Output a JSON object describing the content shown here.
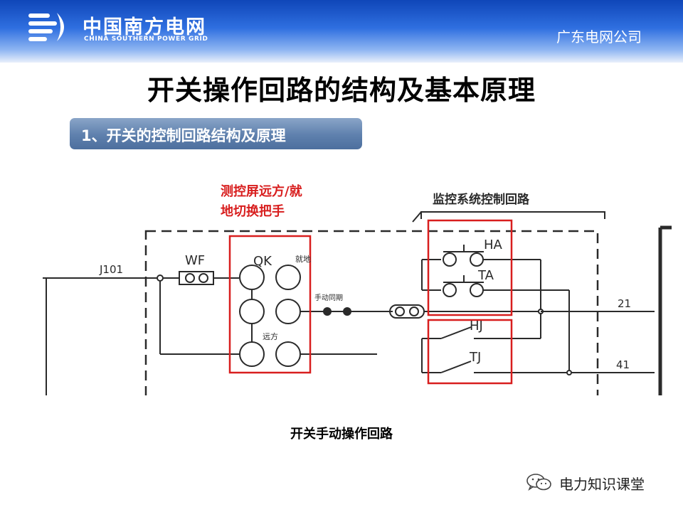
{
  "header": {
    "logo_cn": "中国南方电网",
    "logo_en": "CHINA SOUTHERN POWER GRID",
    "company": "广东电网公司"
  },
  "title": "开关操作回路的结构及基本原理",
  "section_label": "1、开关的控制回路结构及原理",
  "annotation": {
    "line1": "测控屏远方/就",
    "line2": "地切换把手"
  },
  "diagram": {
    "monitor_label": "监控系统控制回路",
    "terminal": "J101",
    "fuse": "WF",
    "switch": "QK",
    "pos_local": "就地",
    "pos_manual": "手动同期",
    "pos_remote": "远方",
    "contact_ha": "HA",
    "contact_ta": "TA",
    "contact_hj": "HJ",
    "contact_tj": "TJ",
    "wire_21": "21",
    "wire_41": "41",
    "line_color": "#2a2a2a",
    "highlight_color": "#d81e1e"
  },
  "caption": "开关手动操作回路",
  "watermark": "电力知识课堂"
}
